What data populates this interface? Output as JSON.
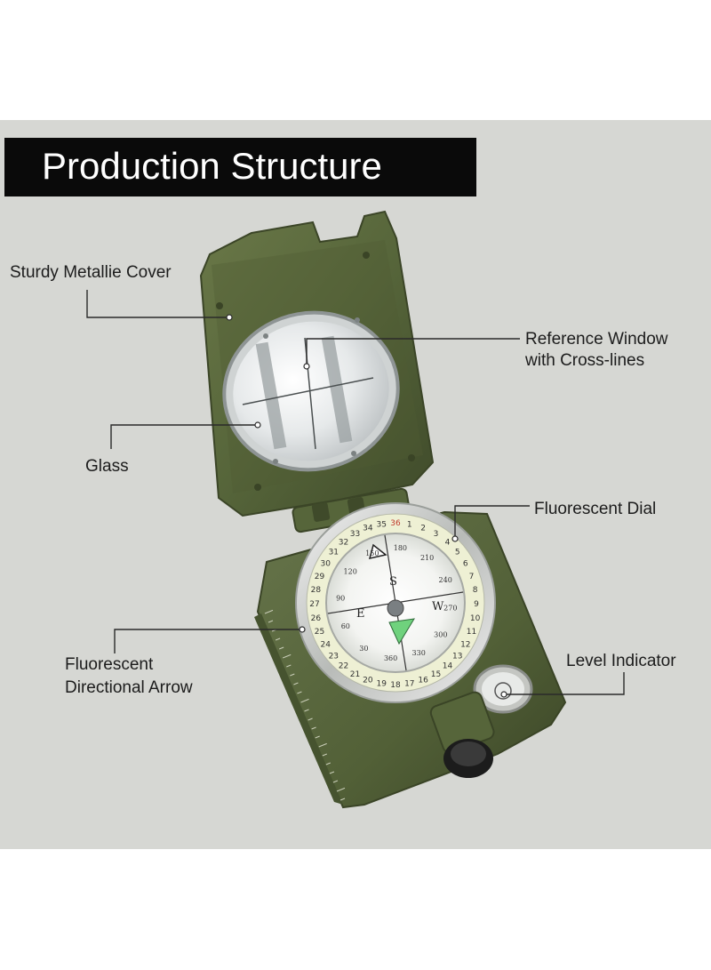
{
  "title": "Production Structure",
  "labels": {
    "cover": "Sturdy Metallie Cover",
    "window_line1": "Reference Window",
    "window_line2": "with Cross-lines",
    "glass": "Glass",
    "dial": "Fluorescent Dial",
    "arrow_line1": "Fluorescent",
    "arrow_line2": "Directional Arrow",
    "level": "Level Indicator"
  },
  "dial_scale": {
    "outer_numbers": [
      "1",
      "2",
      "3",
      "4",
      "5",
      "6",
      "7",
      "8",
      "9",
      "10",
      "11",
      "12",
      "13",
      "14",
      "15",
      "16",
      "17",
      "18",
      "19",
      "20",
      "21",
      "22",
      "23",
      "24",
      "25",
      "26",
      "27",
      "28",
      "29",
      "30",
      "31",
      "32",
      "33",
      "34",
      "35",
      "36"
    ],
    "inner_numbers": [
      "150",
      "180",
      "210",
      "240",
      "270",
      "300",
      "330",
      "360",
      "30",
      "60",
      "90",
      "120"
    ],
    "cardinals": [
      "S",
      "W",
      "E"
    ]
  },
  "colors": {
    "panel": "#d6d7d3",
    "title_bar": "#0a0a0a",
    "compass_green": "#5c6b3e",
    "dial_fluorescent": "#eef0d4",
    "leader_line": "#2a2a2a"
  }
}
